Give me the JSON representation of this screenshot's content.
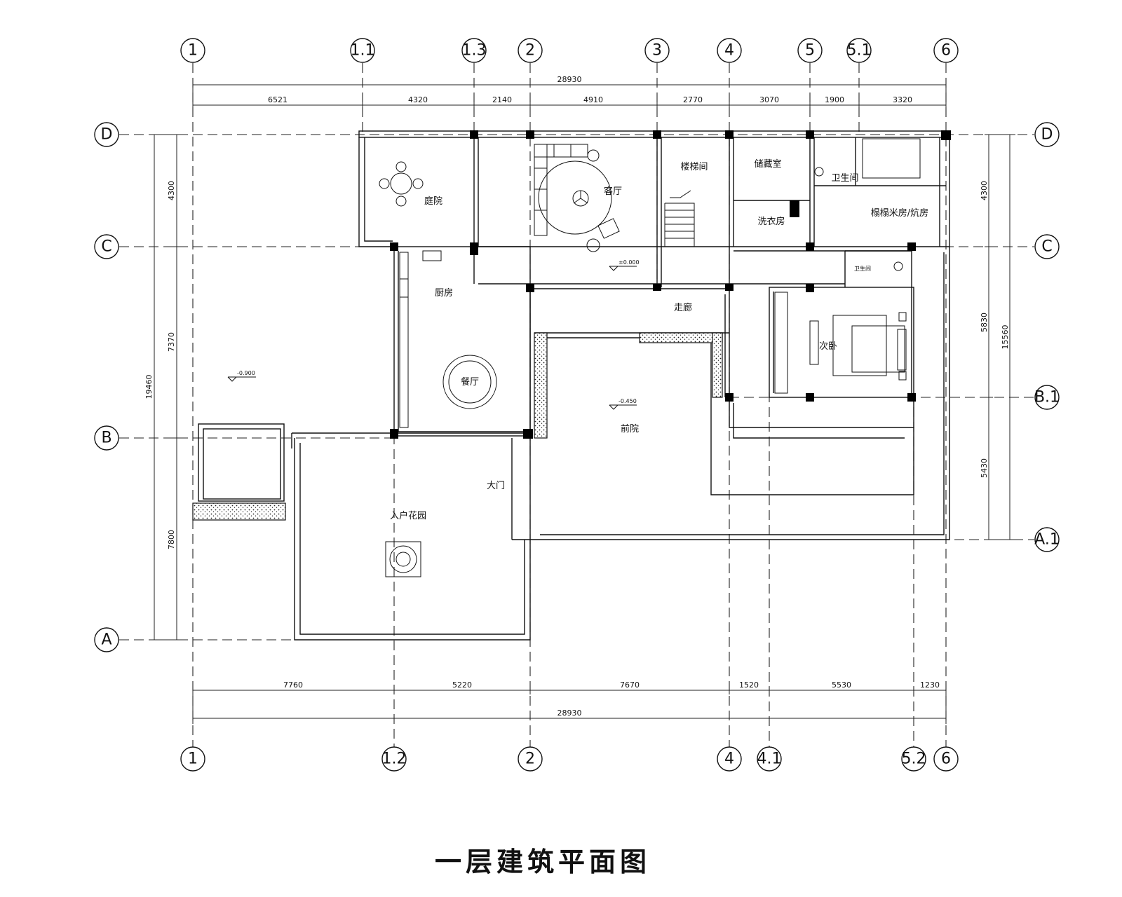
{
  "drawing": {
    "title": "一层建筑平面图",
    "grid_axes_top": [
      "1",
      "1.1",
      "1.3",
      "2",
      "3",
      "4",
      "5",
      "5.1",
      "6"
    ],
    "grid_axes_bottom": [
      "1",
      "1.2",
      "2",
      "4",
      "4.1",
      "5.2",
      "6"
    ],
    "grid_axes_left": [
      "D",
      "C",
      "B",
      "A"
    ],
    "grid_axes_right": [
      "D",
      "C",
      "B.1",
      "A.1"
    ],
    "dims_top_total": "28930",
    "dims_top": [
      "6521",
      "4320",
      "2140",
      "4910",
      "2770",
      "3070",
      "1900",
      "3320"
    ],
    "dims_bottom": [
      "7760",
      "5220",
      "7670",
      "1520",
      "5530",
      "1230"
    ],
    "dims_bottom_total": "28930",
    "dims_left_inner": [
      "4300",
      "7370",
      "7800"
    ],
    "dims_left_total": "19460",
    "dims_right_inner": [
      "4300",
      "5830",
      "5430"
    ],
    "dims_right_total": "15560",
    "rooms": {
      "courtyard": "庭院",
      "living": "客厅",
      "stair": "楼梯间",
      "storage": "储藏室",
      "wc": "卫生间",
      "tatami": "榻榻米房/炕房",
      "laundry": "洗衣房",
      "kitchen": "厨房",
      "dining": "餐厅",
      "corridor": "走廊",
      "bedroom2": "次卧",
      "front_yard": "前院",
      "gate": "大门",
      "entry_garden": "入户花园",
      "wc_small": "卫生间"
    },
    "level_marks": [
      "-0.900",
      "±0.000",
      "-0.450"
    ]
  }
}
